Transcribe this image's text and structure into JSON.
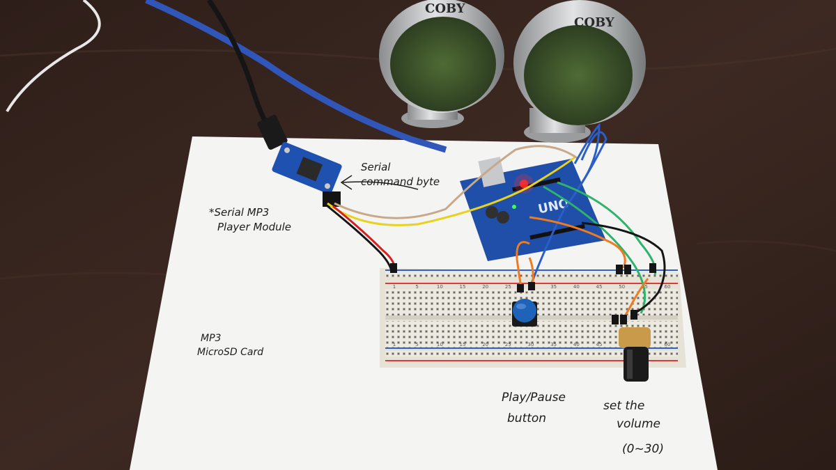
{
  "speakers": {
    "left_brand": "COBY",
    "right_brand": "COBY"
  },
  "arduino": {
    "label": "UNO"
  },
  "annotations": {
    "serial_command_line1": "Serial",
    "serial_command_line2": "command byte",
    "mp3_module_line1": "*Serial MP3",
    "mp3_module_line2": "Player Module",
    "sd_card_line1": "MP3",
    "sd_card_line2": "MicroSD Card",
    "play_pause_line1": "Play/Pause",
    "play_pause_line2": "button",
    "volume_line1": "set the",
    "volume_line2": "volume",
    "volume_line3": "(0~30)"
  },
  "breadboard": {
    "top_numbers": [
      "1",
      "5",
      "10",
      "15",
      "20",
      "25",
      "30",
      "35",
      "40",
      "45",
      "50",
      "55",
      "60"
    ],
    "bottom_numbers": [
      "1",
      "5",
      "10",
      "15",
      "20",
      "25",
      "30",
      "35",
      "40",
      "45",
      "50",
      "55",
      "60"
    ]
  },
  "colors": {
    "desk": "#3a2620",
    "paper": "#f4f4f2",
    "board": "#1f4fa8",
    "breadboard": "#ece9e0",
    "wire_yellow": "#e8d21f",
    "wire_orange": "#f07a1e",
    "wire_green": "#2db36a",
    "wire_blue": "#2b5ec9",
    "wire_red": "#d32020",
    "button_cap": "#1f63b8"
  }
}
